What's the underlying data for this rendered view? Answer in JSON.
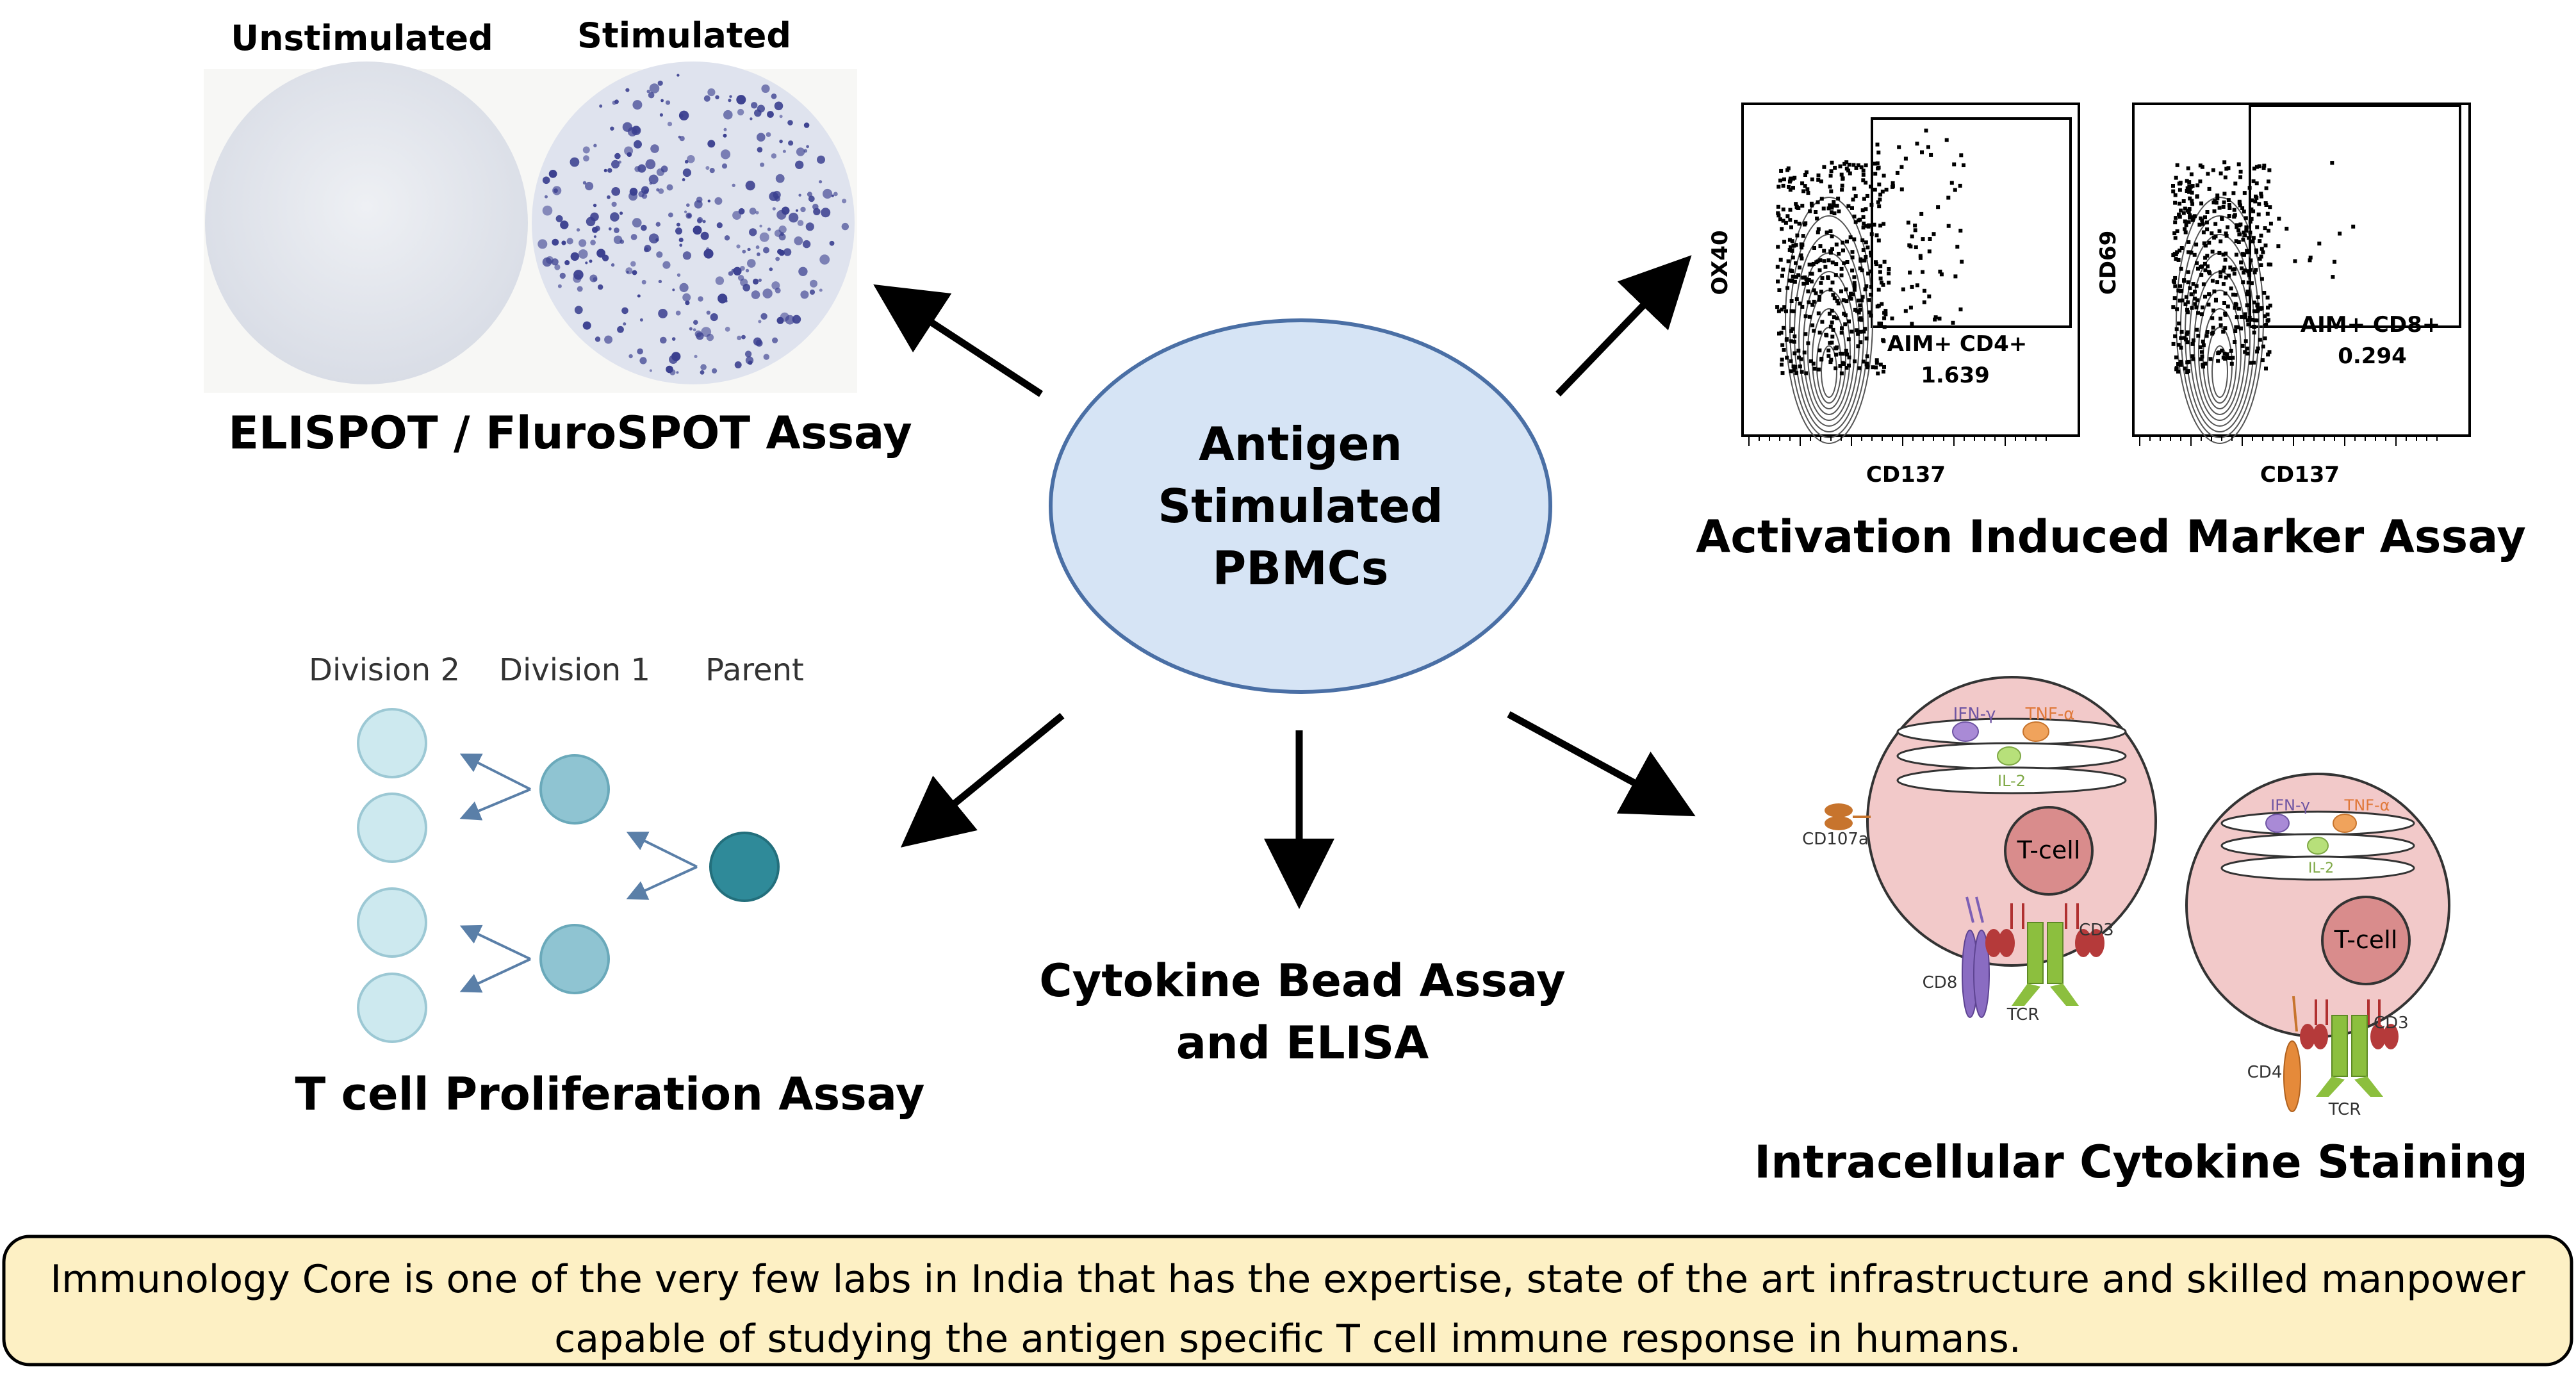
{
  "center": {
    "line1": "Antigen",
    "line2": "Stimulated",
    "line3": "PBMCs"
  },
  "elispot": {
    "unstim_label": "Unstimulated",
    "stim_label": "Stimulated",
    "title": "ELISPOT / FluroSPOT Assay"
  },
  "aim": {
    "title": "Activation Induced Marker Assay",
    "plot1": {
      "ylabel": "OX40",
      "xlabel": "CD137",
      "gate_label": "AIM+ CD4+",
      "gate_value": "1.639"
    },
    "plot2": {
      "ylabel": "CD69",
      "xlabel": "CD137",
      "gate_label": "AIM+ CD8+",
      "gate_value": "0.294"
    }
  },
  "prolif": {
    "title": "T cell Proliferation Assay",
    "div2": "Division 2",
    "div1": "Division 1",
    "parent": "Parent"
  },
  "cba": {
    "line1": "Cytokine Bead Assay",
    "line2": "and ELISA"
  },
  "ics": {
    "title": "Intracellular Cytokine Staining",
    "cell1": {
      "ifn": "IFN-γ",
      "tnf": "TNF-α",
      "il2": "IL-2",
      "tcell": "T-cell",
      "cd107a": "CD107a",
      "cd3": "CD3",
      "cd8": "CD8",
      "tcr": "TCR"
    },
    "cell2": {
      "ifn": "IFN-γ",
      "tnf": "TNF-α",
      "il2": "IL-2",
      "tcell": "T-cell",
      "cd3": "CD3",
      "cd4": "CD4",
      "tcr": "TCR"
    }
  },
  "footer": {
    "line1": "Immunology Core is one of the very few labs in India that has the expertise, state of the art infrastructure and skilled manpower",
    "line2": "capable of studying the antigen specific T cell immune response in humans."
  },
  "colors": {
    "ellipse_fill": "#d6e4f5",
    "ellipse_stroke": "#4a6fa5",
    "footer_fill": "#fdf0c4",
    "spot": "#3a3f8f",
    "prolif_light": "#cde9ef",
    "prolif_mid": "#8fc4d2",
    "prolif_dark": "#2f8a99",
    "cell_fill": "#f2c9c9"
  }
}
